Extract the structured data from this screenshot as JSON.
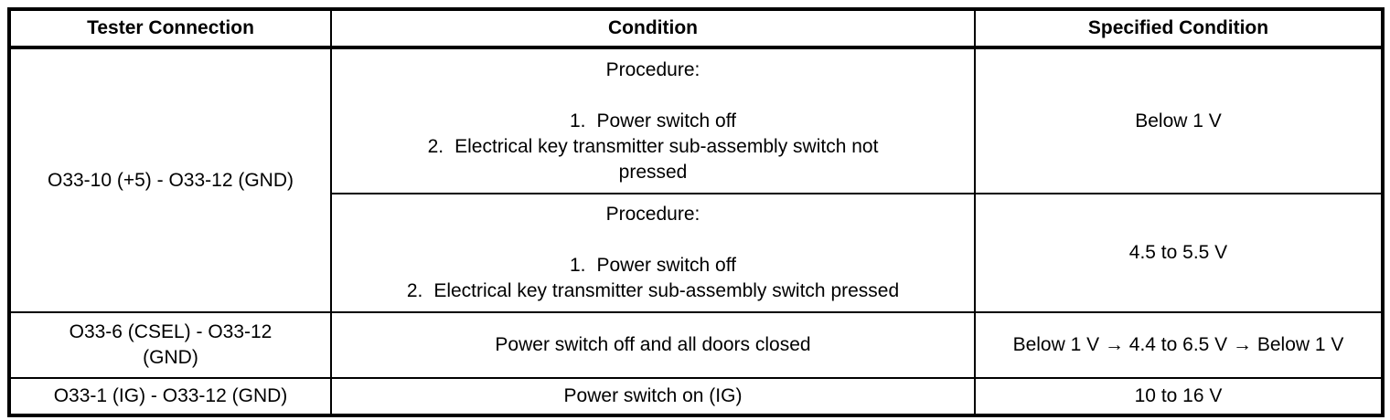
{
  "table": {
    "headers": {
      "tester_connection": "Tester Connection",
      "condition": "Condition",
      "specified_condition": "Specified Condition"
    },
    "row_o33_10": {
      "tester_connection": "O33-10 (+5) - O33-12 (GND)",
      "sub_rows": [
        {
          "procedure_label": "Procedure:",
          "steps": [
            {
              "num": "1.",
              "text": "Power switch off"
            },
            {
              "num": "2.",
              "text": "Electrical key transmitter sub-assembly switch not pressed"
            }
          ],
          "specified_condition": "Below 1 V"
        },
        {
          "procedure_label": "Procedure:",
          "steps": [
            {
              "num": "1.",
              "text": "Power switch off"
            },
            {
              "num": "2.",
              "text": "Electrical key transmitter sub-assembly switch pressed"
            }
          ],
          "specified_condition": "4.5 to 5.5 V"
        }
      ]
    },
    "row_o33_6": {
      "tester_connection": "O33-6 (CSEL) - O33-12 (GND)",
      "condition": "Power switch off and all doors closed",
      "specified_condition": "Below 1 V → 4.4 to 6.5 V → Below 1 V"
    },
    "row_o33_1": {
      "tester_connection": "O33-1 (IG) - O33-12 (GND)",
      "condition": "Power switch on (IG)",
      "specified_condition": "10 to 16 V"
    },
    "colors": {
      "border": "#000000",
      "text": "#000000",
      "background": "#ffffff"
    }
  }
}
